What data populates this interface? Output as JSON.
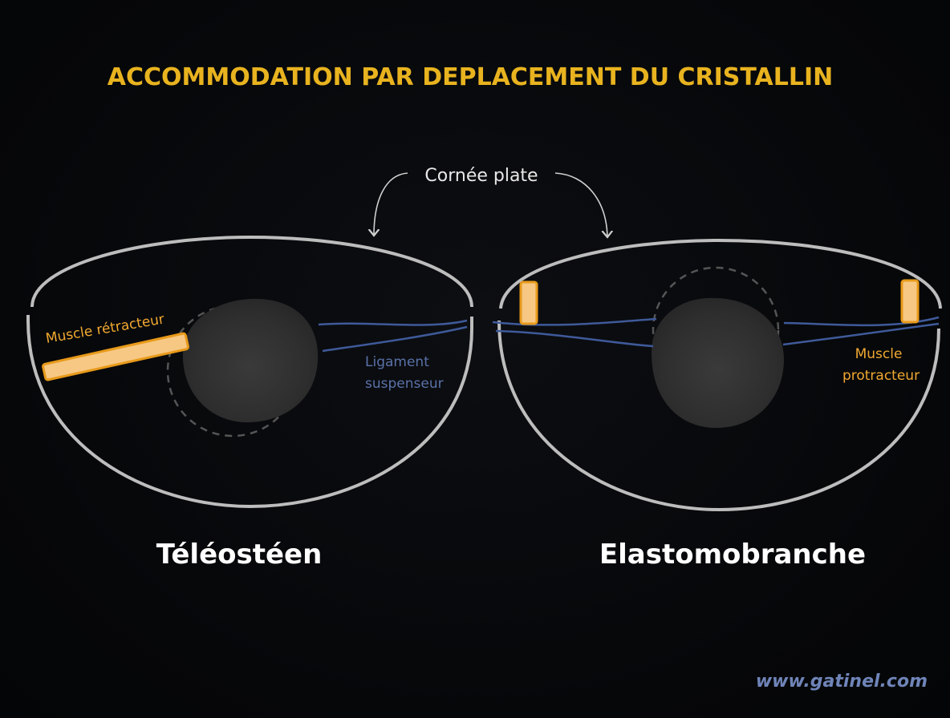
{
  "title": "ACCOMMODATION PAR DEPLACEMENT DU CRISTALLIN",
  "top_label": "Cornée plate",
  "left_eye": {
    "name": "Téléostéen",
    "muscle_label": "Muscle rétracteur",
    "ligament_label_line1": "Ligament",
    "ligament_label_line2": "suspenseur"
  },
  "right_eye": {
    "name": "Elastomobranche",
    "muscle_label_line1": "Muscle",
    "muscle_label_line2": "protracteur"
  },
  "website": "www.gatinel.com",
  "colors": {
    "title": "#e8b31f",
    "muscle": "#f0a830",
    "ligament": "#3f5a9a",
    "eye_outline": "#bdbdbd",
    "background": "#060709"
  }
}
